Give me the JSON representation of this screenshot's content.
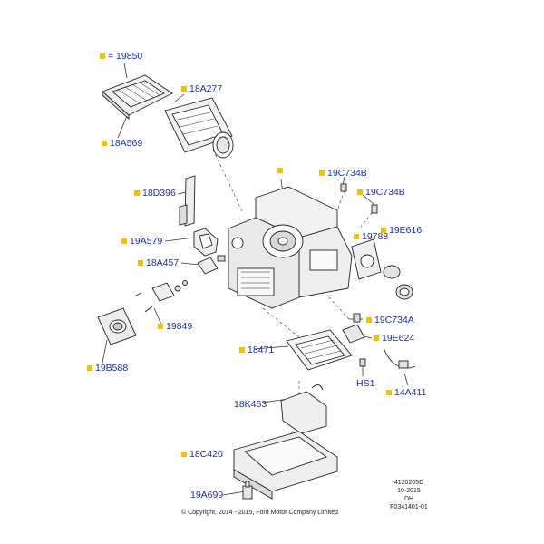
{
  "callouts": {
    "c19850": "= 19850",
    "c18A277": "18A277",
    "c18A569": "18A569",
    "c19C734B_1": "19C734B",
    "c19C734B_2": "19C734B",
    "c18D396": "18D396",
    "c19E616": "19E616",
    "c19788": "19788",
    "c19A579": "19A579",
    "c18A457": "18A457",
    "c19849": "19849",
    "c19C734A": "19C734A",
    "c19E624": "19E624",
    "c18471": "18471",
    "c19B588": "19B588",
    "cHS1": "HS1",
    "c14A411": "14A411",
    "c18K463": "18K463",
    "c18C420": "18C420",
    "c19A699": "19A699"
  },
  "meta": {
    "code": "4120205D",
    "date": "10-2015",
    "initials": "DH",
    "ref": "F0341401-01"
  },
  "copyright": "© Copyright, 2014 - 2015, Ford Motor Company Limited",
  "colors": {
    "label": "#1a2fa8",
    "marker": "#f2c200",
    "line": "#333333"
  }
}
